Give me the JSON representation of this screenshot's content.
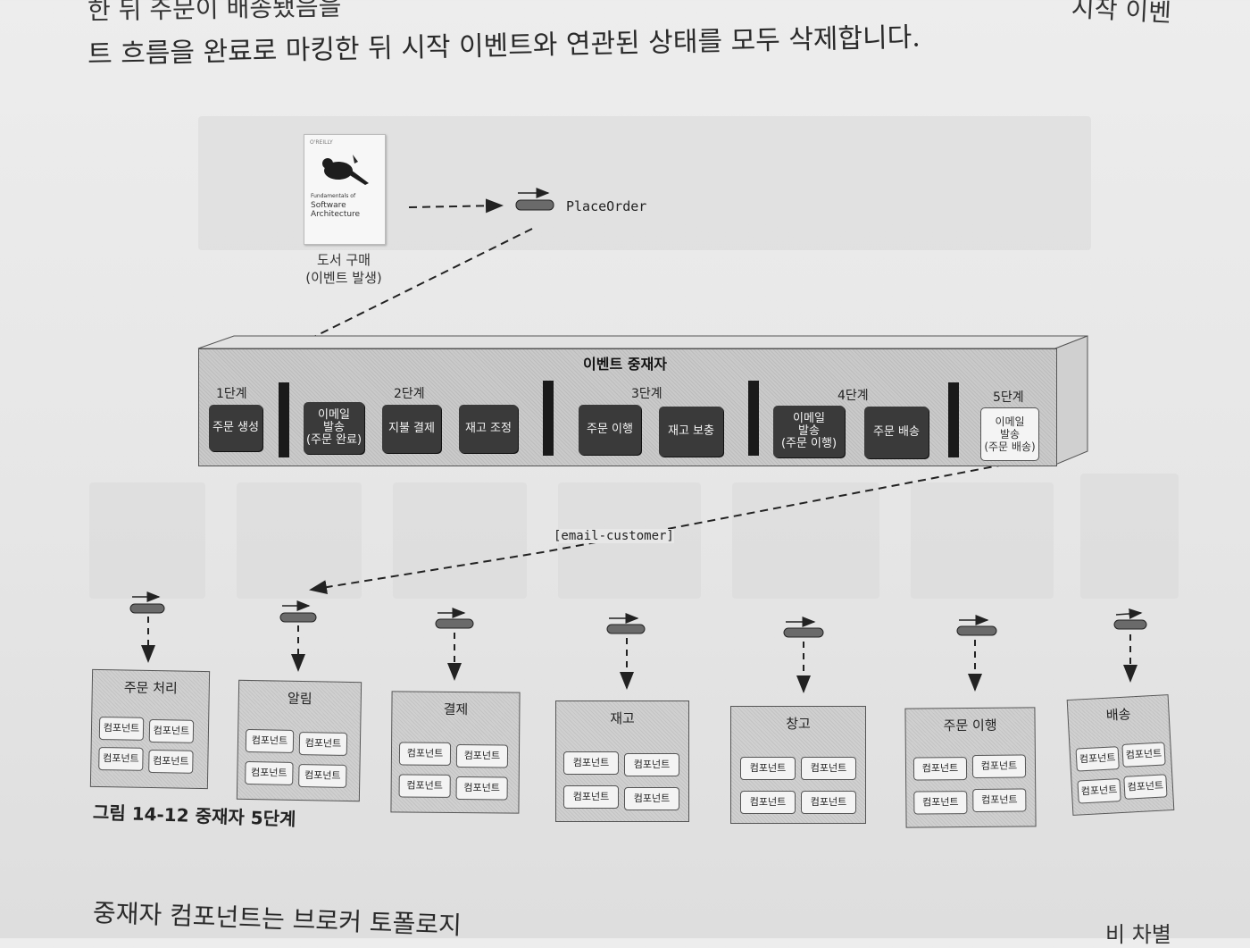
{
  "body_text": {
    "line1": "한 뒤 주문이 배송됐음을",
    "line1_right": "시작 이벤",
    "line2": "트 흐름을 완료로 마킹한 뒤 시작 이벤트와 연관된 상태를 모두 삭제합니다.",
    "bottom_left": "중재자 컴포넌트는 브로커 토폴로지",
    "bottom_right": "비 차별"
  },
  "book": {
    "publisher": "O'REILLY",
    "title_line1": "Fundamentals of",
    "title_line2": "Software",
    "title_line3": "Architecture",
    "caption_line1": "도서 구매",
    "caption_line2": "(이벤트 발생)"
  },
  "event_label": "PlaceOrder",
  "mediator": {
    "title": "이벤트 중재자",
    "steps": [
      {
        "label": "1단계",
        "items": [
          "주문 생성"
        ]
      },
      {
        "label": "2단계",
        "items": [
          "이메일\n발송\n(주문 완료)",
          "지불 결제",
          "재고 조정"
        ]
      },
      {
        "label": "3단계",
        "items": [
          "주문 이행",
          "재고 보충"
        ]
      },
      {
        "label": "4단계",
        "items": [
          "이메일\n발송\n(주문 이행)",
          "주문 배송"
        ]
      },
      {
        "label": "5단계",
        "items": [
          "이메일\n발송\n(주문 배송)"
        ]
      }
    ]
  },
  "channel_label": "[email-customer]",
  "processors": [
    {
      "name": "주문 처리",
      "components": [
        "컴포넌트",
        "컴포넌트",
        "컴포넌트",
        "컴포넌트"
      ]
    },
    {
      "name": "알림",
      "components": [
        "컴포넌트",
        "컴포넌트",
        "컴포넌트",
        "컴포넌트"
      ]
    },
    {
      "name": "결제",
      "components": [
        "컴포넌트",
        "컴포넌트",
        "컴포넌트",
        "컴포넌트"
      ]
    },
    {
      "name": "재고",
      "components": [
        "컴포넌트",
        "컴포넌트",
        "컴포넌트",
        "컴포넌트"
      ]
    },
    {
      "name": "창고",
      "components": [
        "컴포넌트",
        "컴포넌트",
        "컴포넌트",
        "컴포넌트"
      ]
    },
    {
      "name": "주문 이행",
      "components": [
        "컴포넌트",
        "컴포넌트",
        "컴포넌트",
        "컴포넌트"
      ]
    },
    {
      "name": "배송",
      "components": [
        "컴포넌트",
        "컴포넌트",
        "컴포넌트",
        "컴포넌트"
      ]
    }
  ],
  "figure_caption": "그림 14-12 중재자 5단계",
  "colors": {
    "dark_box": "#3a3a3a",
    "light_box": "#f4f4f4",
    "divider": "#1a1a1a"
  }
}
